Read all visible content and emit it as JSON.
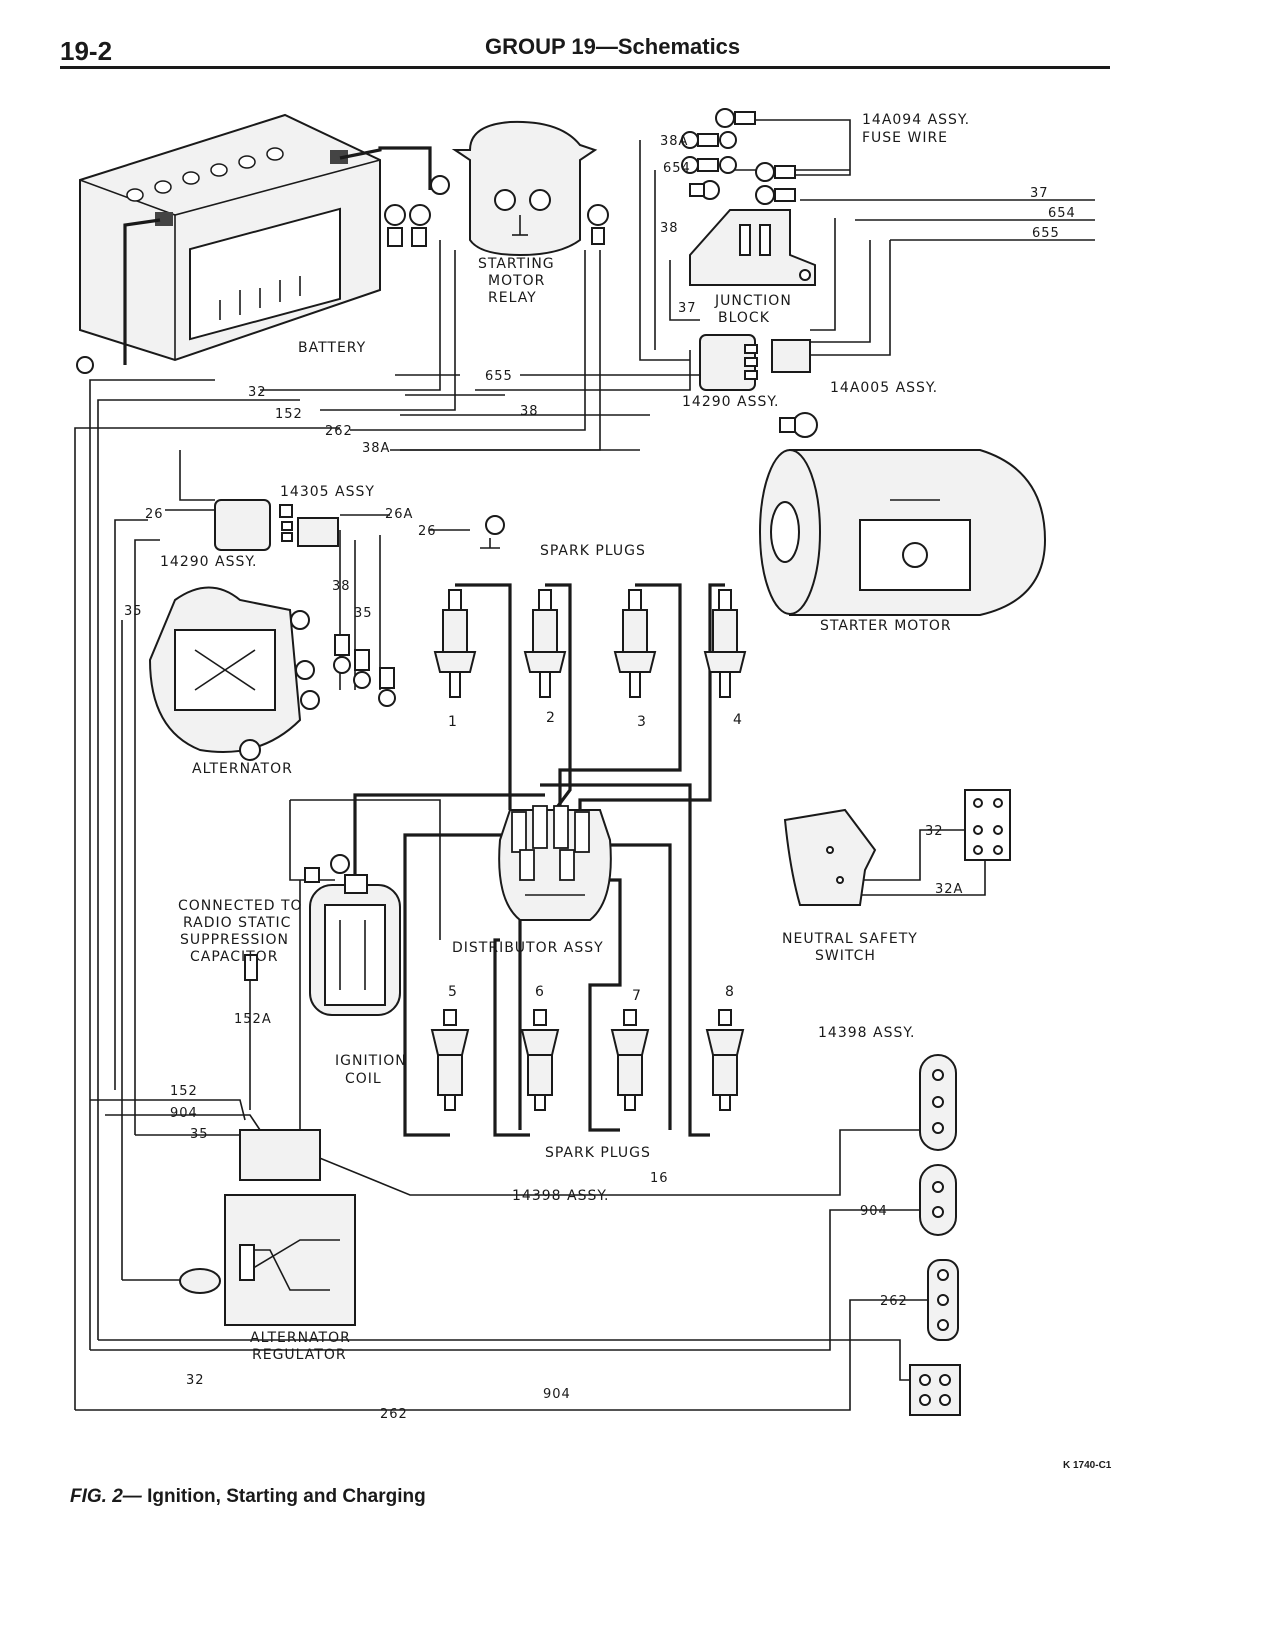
{
  "header": {
    "page_number": "19-2",
    "title": "GROUP 19—Schematics"
  },
  "labels": {
    "fuse_wire_1": "14A094 ASSY.",
    "fuse_wire_2": "FUSE WIRE",
    "relay_1": "STARTING",
    "relay_2": "MOTOR",
    "relay_3": "RELAY",
    "junction_1": "JUNCTION",
    "junction_2": "BLOCK",
    "battery": "BATTERY",
    "assy_14290_top": "14290 ASSY.",
    "assy_14a005": "14A005 ASSY.",
    "assy_14305": "14305 ASSY",
    "assy_14290_left": "14290 ASSY.",
    "spark_plugs_top": "SPARK PLUGS",
    "starter_motor": "STARTER MOTOR",
    "alternator": "ALTERNATOR",
    "capacitor_1": "CONNECTED TO",
    "capacitor_2": "RADIO STATIC",
    "capacitor_3": "SUPPRESSION",
    "capacitor_4": "CAPACITOR",
    "distributor": "DISTRIBUTOR ASSY",
    "neutral_1": "NEUTRAL SAFETY",
    "neutral_2": "SWITCH",
    "ignition_1": "IGNITION",
    "ignition_2": "COIL",
    "assy_14398_right": "14398 ASSY.",
    "spark_plugs_bottom": "SPARK PLUGS",
    "assy_14398_bottom": "14398 ASSY.",
    "regulator_1": "ALTERNATOR",
    "regulator_2": "REGULATOR"
  },
  "wires": {
    "w38A_top": "38A",
    "w654_top": "654",
    "w38_relay": "38",
    "w37_junc": "37",
    "w37_right": "37",
    "w654_right": "654",
    "w655_right": "655",
    "w655_mid": "655",
    "w32_top": "32",
    "w152_top": "152",
    "w38_mid": "38",
    "w262_top": "262",
    "w38A_mid": "38A",
    "w26_left": "26",
    "w26A": "26A",
    "w26_gnd": "26",
    "w38_alt": "38",
    "w35_alt": "35",
    "w35_left": "35",
    "w32_ns": "32",
    "w32A_ns": "32A",
    "w152A": "152A",
    "w152_bot": "152",
    "w904_bot": "904",
    "w35_bot": "35",
    "w16": "16",
    "w904_right": "904",
    "w262_right": "262",
    "w32_bottom": "32",
    "w904_bottom": "904",
    "w262_bottom": "262"
  },
  "plugs": {
    "p1": "1",
    "p2": "2",
    "p3": "3",
    "p4": "4",
    "p5": "5",
    "p6": "6",
    "p7": "7",
    "p8": "8"
  },
  "figure": {
    "code": "K 1740-C1",
    "fig_label": "FIG. 2—",
    "caption": "Ignition, Starting and Charging"
  }
}
